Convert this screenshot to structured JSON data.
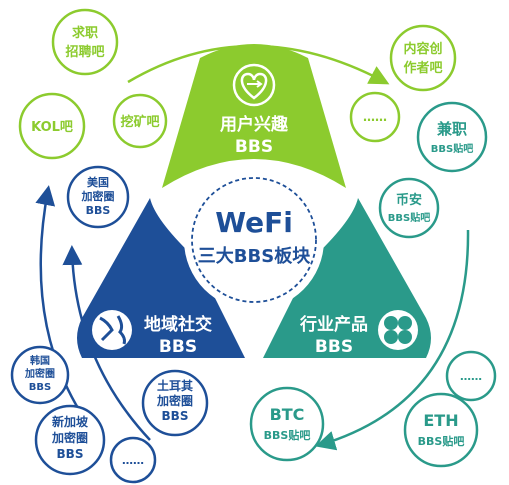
{
  "center": {
    "title": "WeFi",
    "subtitle": "三大BBS板块"
  },
  "sectors": {
    "interest": {
      "line1": "用户兴趣",
      "line2": "BBS",
      "color": "#8ccb2e",
      "icon": "heart-exchange-icon"
    },
    "region": {
      "line1": "地域社交",
      "line2": "BBS",
      "color": "#1e4f98",
      "icon": "globe-icon"
    },
    "industry": {
      "line1": "行业产品",
      "line2": "BBS",
      "color": "#2a9a8a",
      "icon": "clover-icon"
    }
  },
  "bubbles": {
    "interest": [
      {
        "lines": [
          "求职",
          "招聘吧"
        ]
      },
      {
        "lines": [
          "内容创",
          "作者吧"
        ]
      },
      {
        "lines": [
          "KOL吧"
        ]
      },
      {
        "lines": [
          "挖矿吧"
        ]
      },
      {
        "lines": [
          "……"
        ]
      }
    ],
    "region": [
      {
        "lines": [
          "美国",
          "加密圈",
          "BBS"
        ]
      },
      {
        "lines": [
          "韩国",
          "加密圈",
          "BBS"
        ]
      },
      {
        "lines": [
          "土耳其",
          "加密圈",
          "BBS"
        ]
      },
      {
        "lines": [
          "新加坡",
          "加密圈",
          "BBS"
        ]
      },
      {
        "lines": [
          "……"
        ]
      }
    ],
    "industry": [
      {
        "lines": [
          "兼职",
          "BBS贴吧"
        ]
      },
      {
        "lines": [
          "币安",
          "BBS贴吧"
        ]
      },
      {
        "lines": [
          "BTC",
          "BBS贴吧"
        ]
      },
      {
        "lines": [
          "ETH",
          "BBS贴吧"
        ]
      },
      {
        "lines": [
          "……"
        ]
      }
    ]
  },
  "colors": {
    "green": "#8ccb2e",
    "navy": "#1e4f98",
    "teal": "#2a9a8a"
  }
}
